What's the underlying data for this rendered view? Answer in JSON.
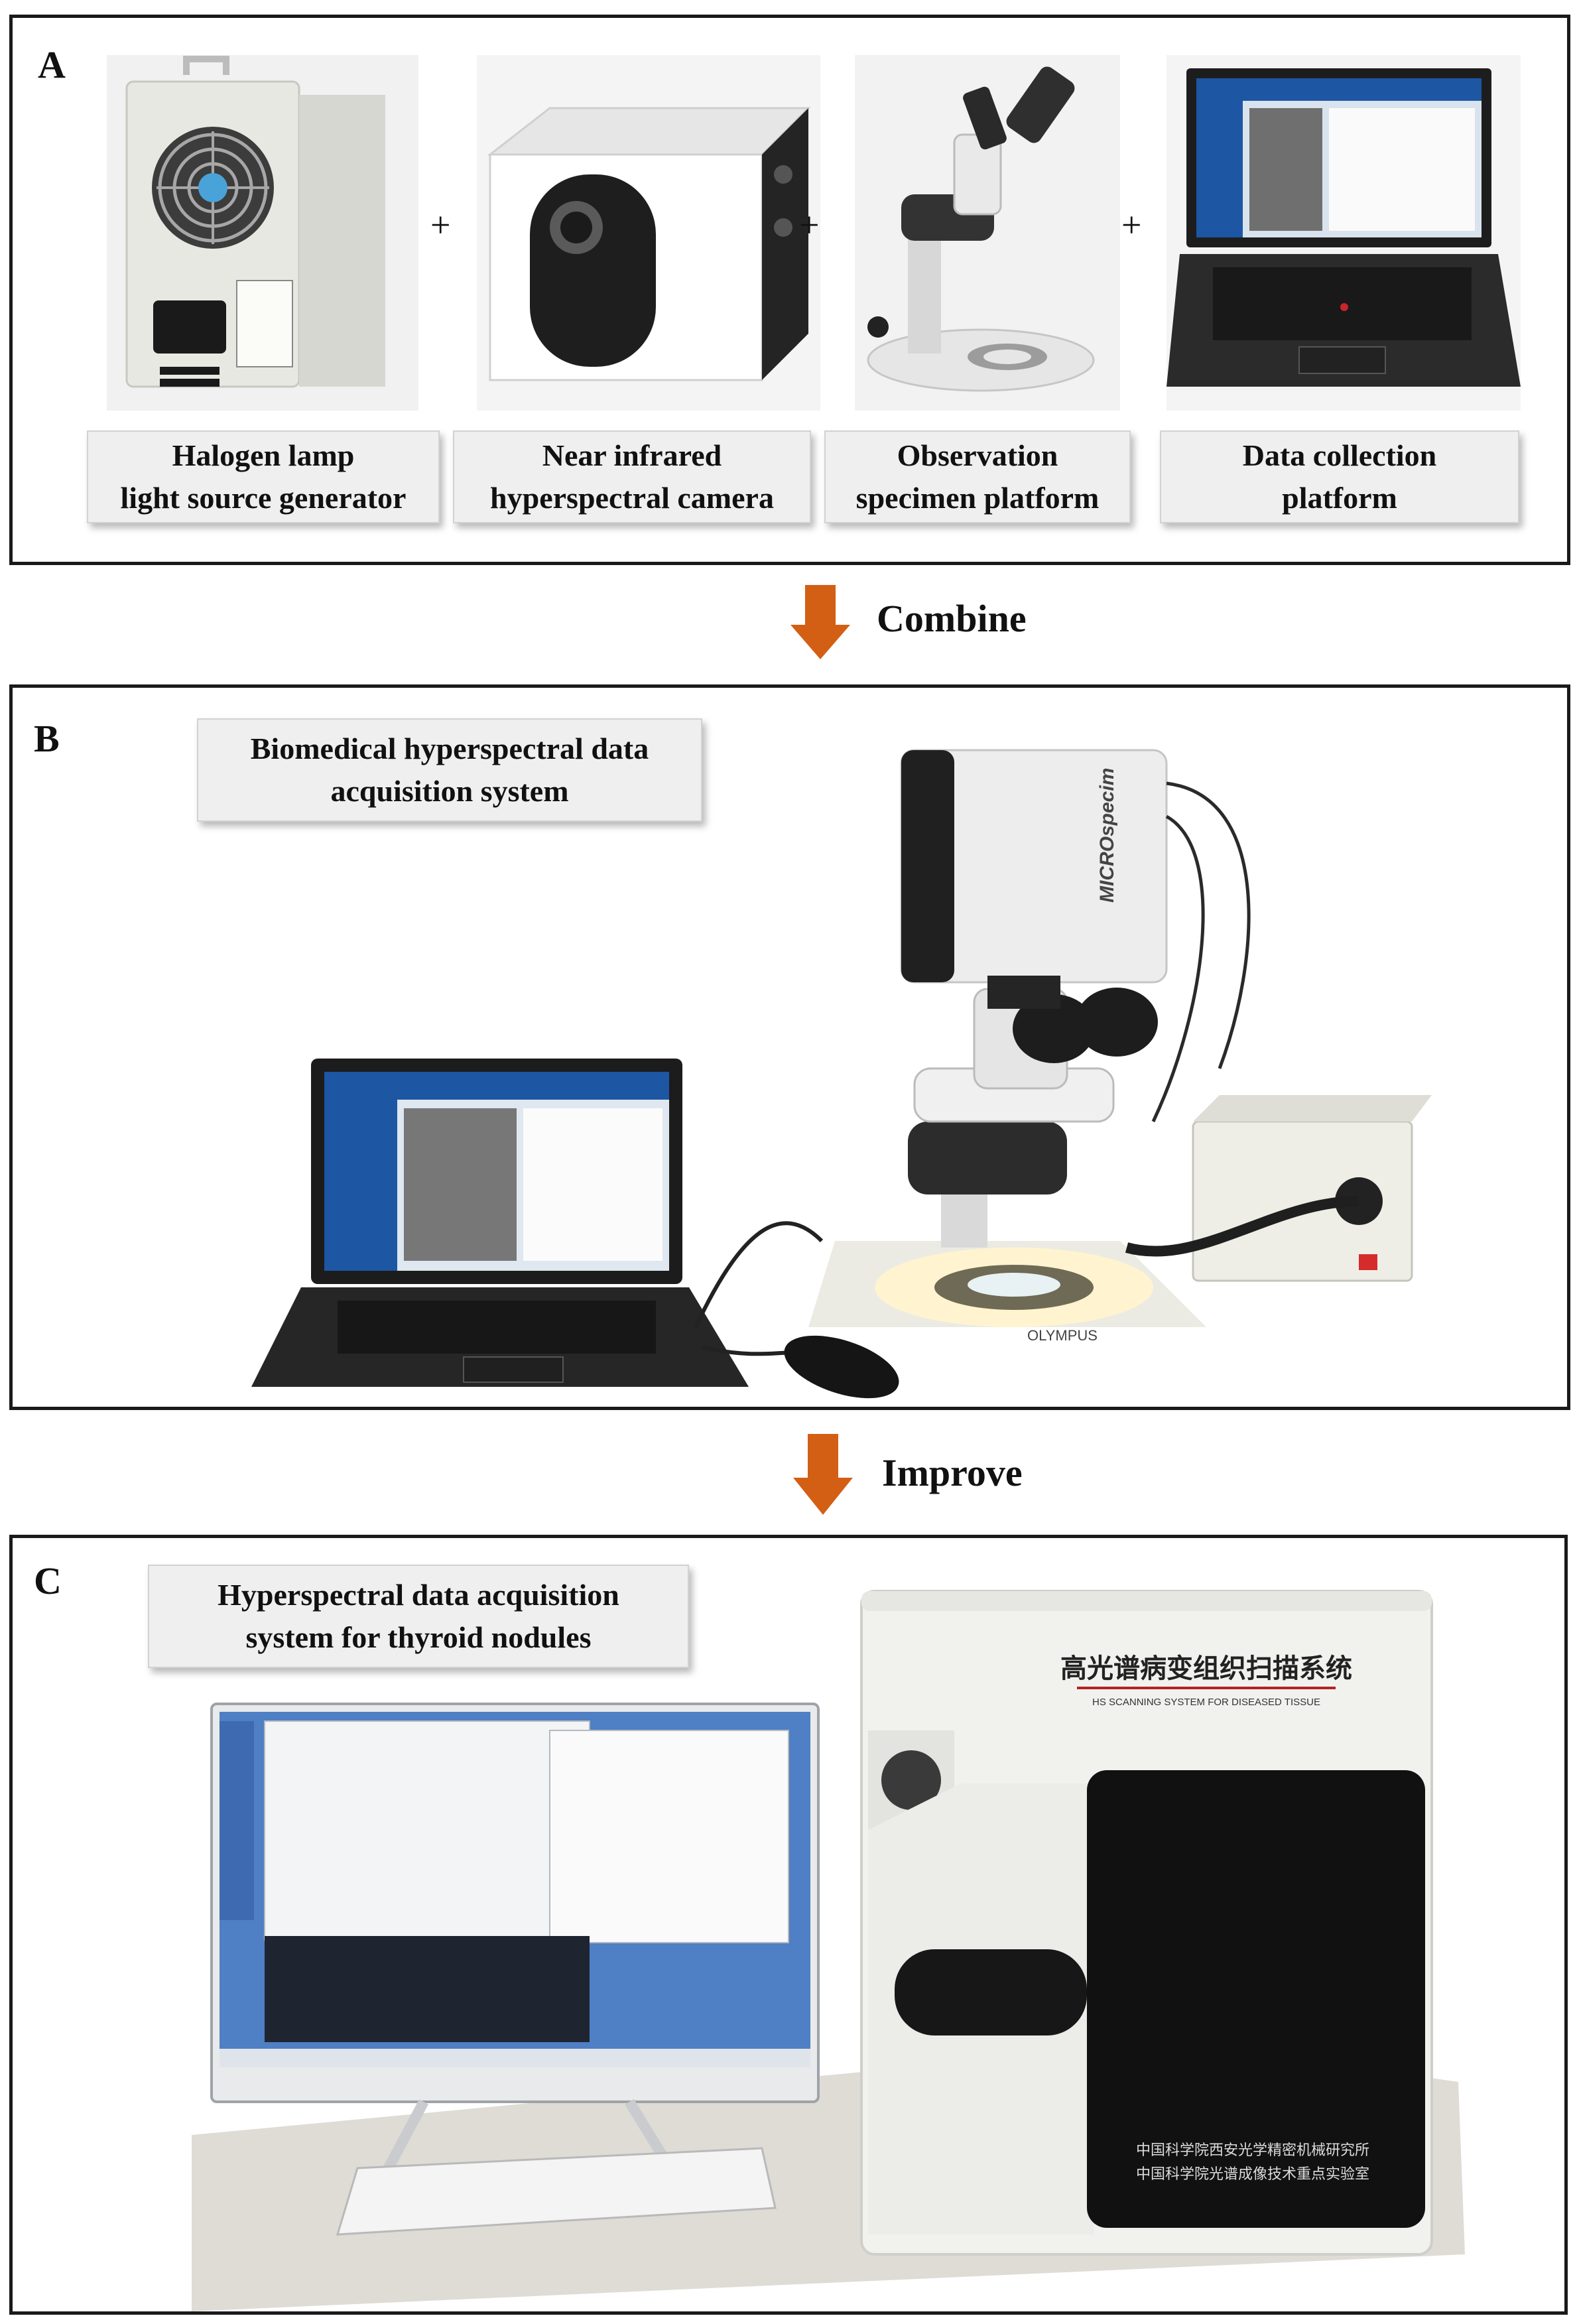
{
  "panels": {
    "a": {
      "label": "A",
      "components": [
        {
          "line1": "Halogen lamp",
          "line2": "light source generator"
        },
        {
          "line1": "Near infrared",
          "line2": "hyperspectral camera"
        },
        {
          "line1": "Observation",
          "line2": "specimen platform"
        },
        {
          "line1": "Data collection",
          "line2": "platform"
        }
      ],
      "plus_signs": [
        "+",
        "+",
        "+"
      ]
    },
    "b": {
      "label": "B",
      "caption_line1": "Biomedical hyperspectral data",
      "caption_line2": "acquisition system",
      "camera_brand": "MICROspecim",
      "microscope_brand": "OLYMPUS"
    },
    "c": {
      "label": "C",
      "caption_line1": "Hyperspectral data acquisition",
      "caption_line2": "system for thyroid nodules",
      "device_title": "高光谱病变组织扫描系统",
      "device_subtitle": "HS SCANNING SYSTEM FOR DISEASED TISSUE",
      "device_org1": "中国科学院西安光学精密机械研究所",
      "device_org2": "中国科学院光谱成像技术重点实验室"
    }
  },
  "steps": {
    "combine": "Combine",
    "improve": "Improve"
  },
  "colors": {
    "arrow": "#d35f14",
    "panel_border": "#1a1a1a",
    "caption_bg": "#efefef"
  }
}
